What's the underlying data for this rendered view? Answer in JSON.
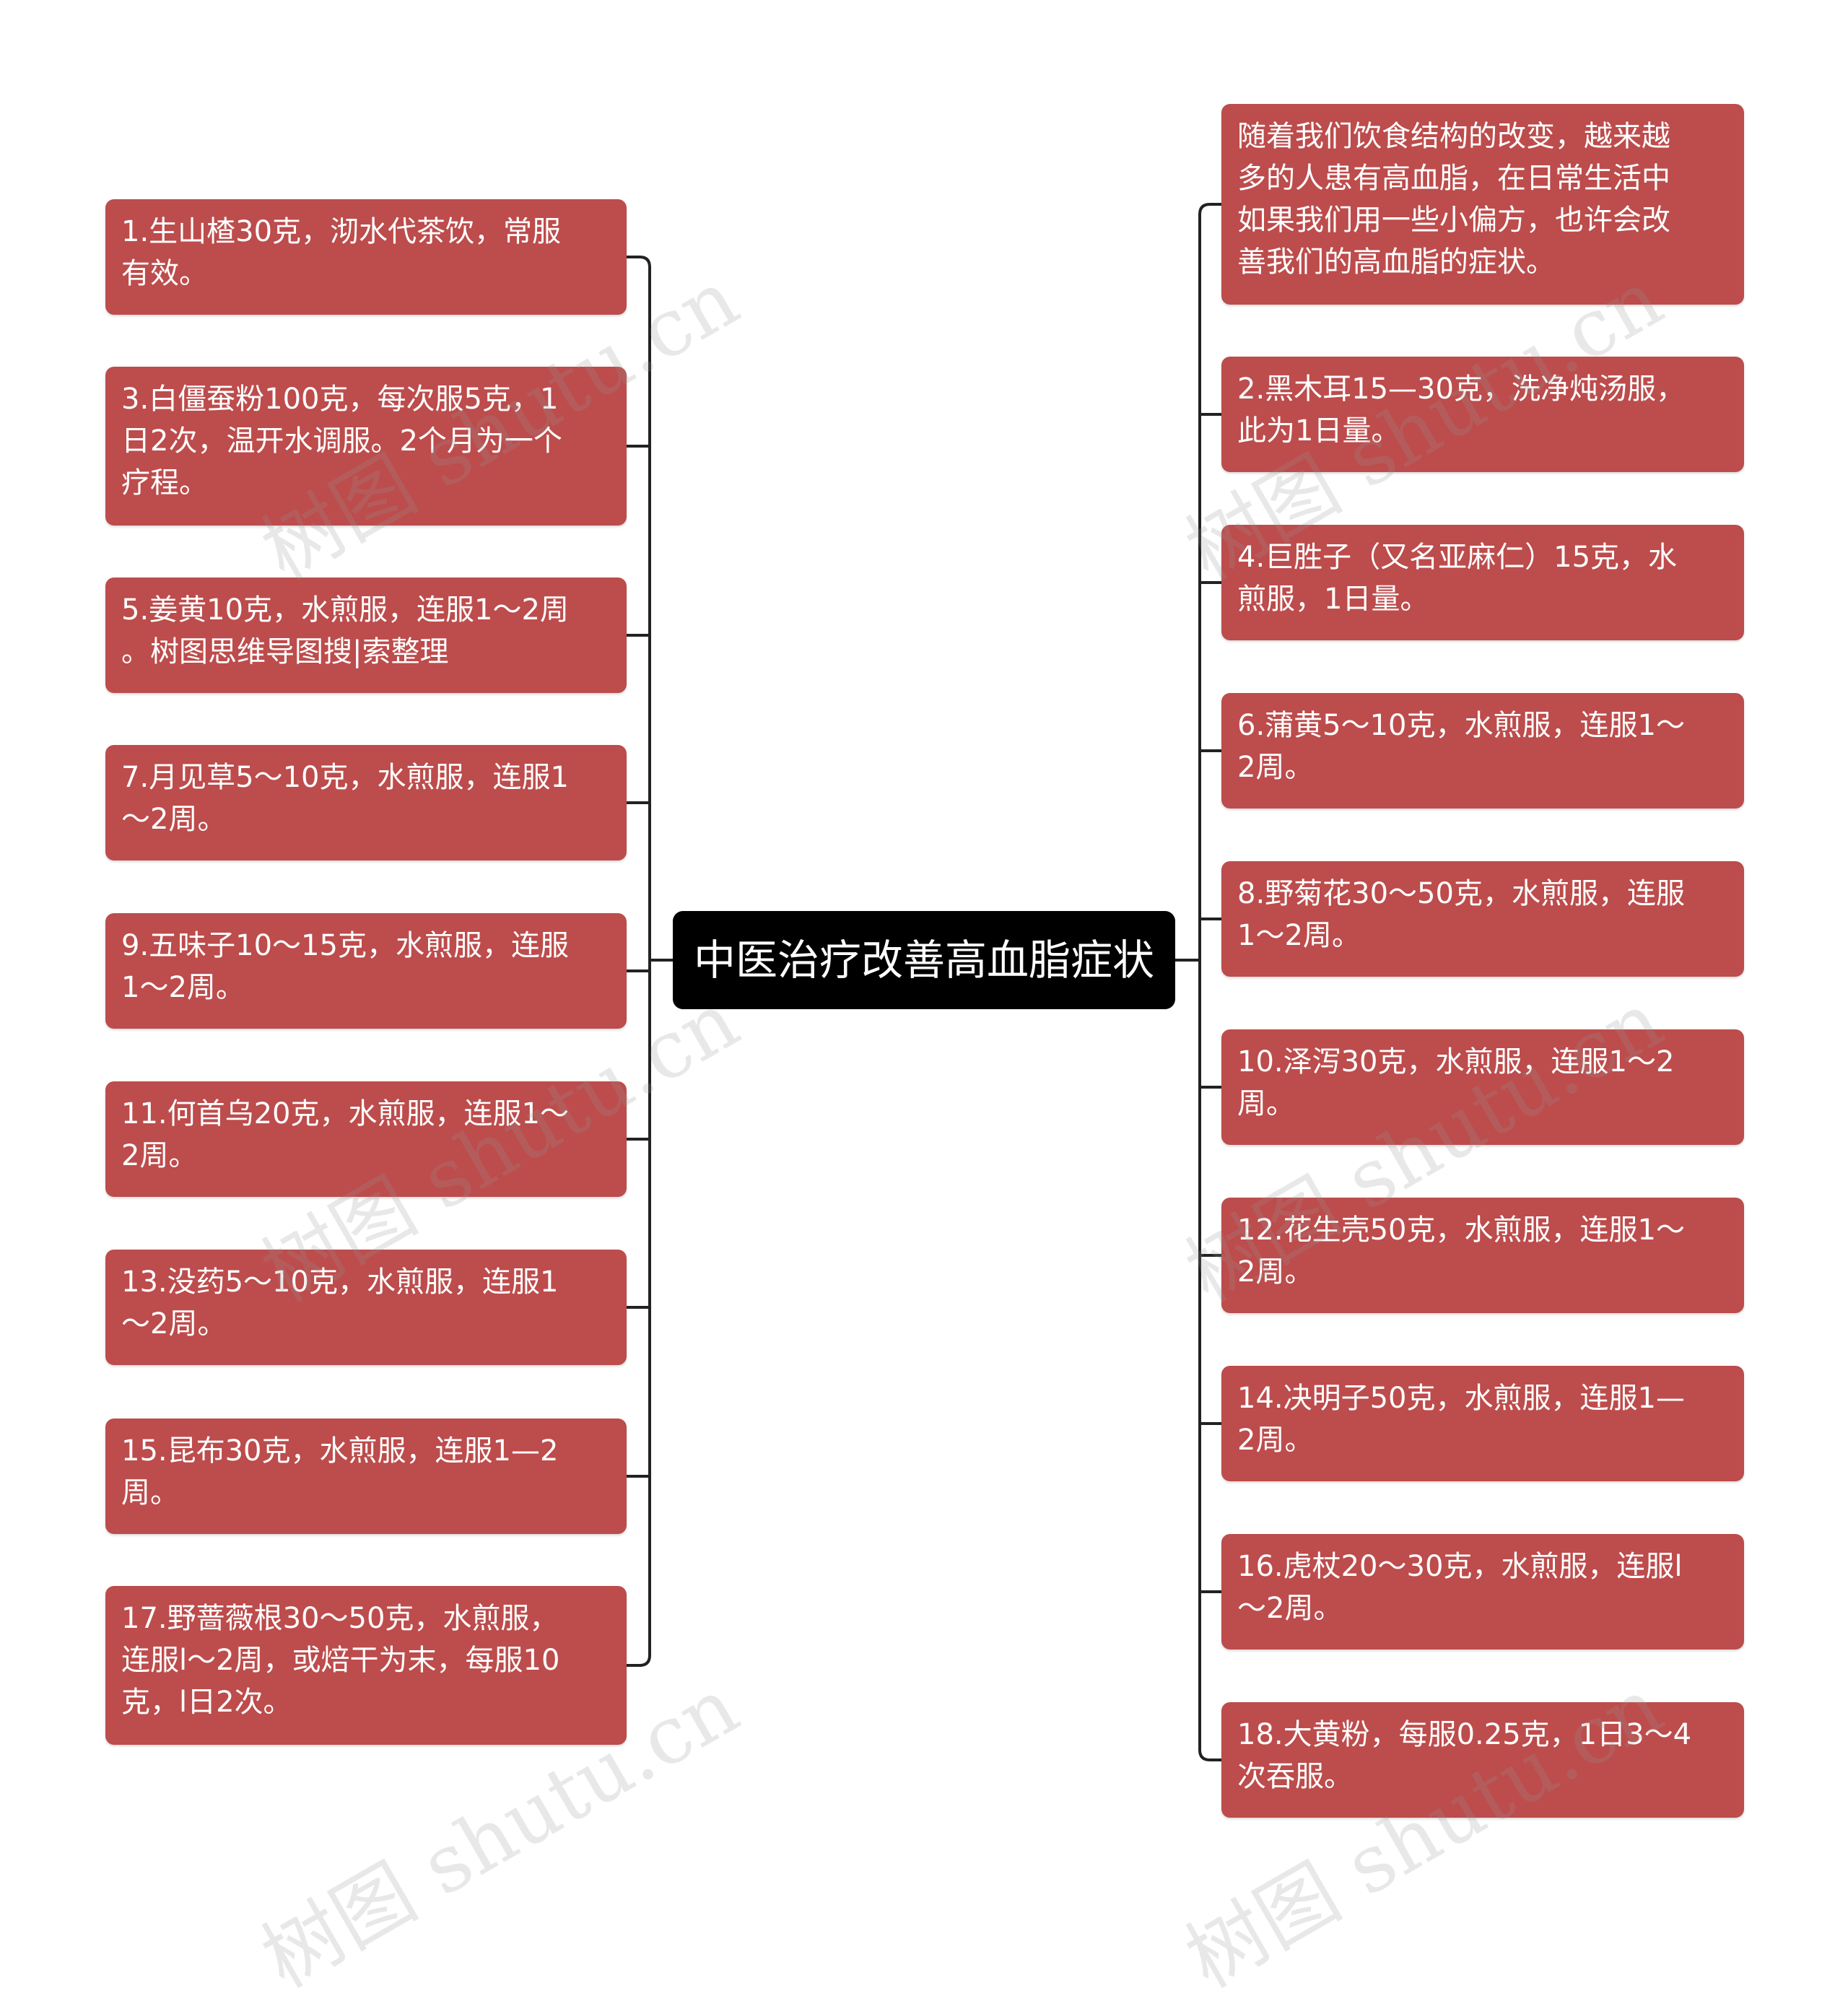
{
  "root": "中医治疗改善高血脂症状",
  "left_nodes": [
    "1.生山楂30克，沏水代茶饮，常服\n有效。",
    "3.白僵蚕粉100克，每次服5克，1\n日2次，温开水调服。2个月为一个\n疗程。",
    "5.姜黄10克，水煎服，连服1～2周\n。树图思维导图搜|索整理",
    "7.月见草5～10克，水煎服，连服1\n～2周。",
    "9.五味子10～15克，水煎服，连服\n1～2周。",
    "11.何首乌20克，水煎服，连服1～\n2周。",
    "13.没药5～10克，水煎服，连服1\n～2周。",
    "15.昆布30克，水煎服，连服1—2\n周。",
    "17.野蔷薇根30～50克，水煎服，\n连服l～2周，或焙干为末，每服10\n克，l日2次。"
  ],
  "right_nodes": [
    "随着我们饮食结构的改变，越来越\n多的人患有高血脂，在日常生活中\n如果我们用一些小偏方，也许会改\n善我们的高血脂的症状。",
    "2.黑木耳15—30克，洗净炖汤服，\n此为1日量。",
    "4.巨胜子（又名亚麻仁）15克，水\n煎服，1日量。",
    "6.蒲黄5～10克，水煎服，连服1～\n2周。",
    "8.野菊花30～50克，水煎服，连服\n1～2周。",
    "10.泽泻30克，水煎服，连服1～2\n周。",
    "12.花生壳50克，水煎服，连服1～\n2周。",
    "14.决明子50克，水煎服，连服1—\n2周。",
    "16.虎杖20～30克，水煎服，连服l\n～2周。",
    "18.大黄粉，每服0.25克，1日3～4\n次吞服。"
  ],
  "watermark": "树图 shutu.cn",
  "colors": {
    "node_fill": "#bd4c4c",
    "root_fill": "#000000",
    "text": "#ffffff",
    "connector": "#222222"
  }
}
